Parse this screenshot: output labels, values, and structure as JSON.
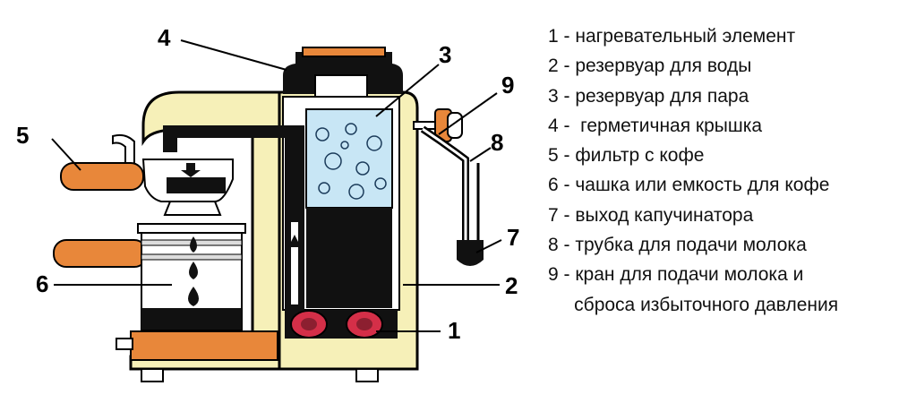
{
  "diagram": {
    "callouts": [
      {
        "num": "1",
        "part": "heater-element"
      },
      {
        "num": "2",
        "part": "water-tank"
      },
      {
        "num": "3",
        "part": "steam-tank"
      },
      {
        "num": "4",
        "part": "sealed-lid"
      },
      {
        "num": "5",
        "part": "coffee-filter"
      },
      {
        "num": "6",
        "part": "coffee-cup"
      },
      {
        "num": "7",
        "part": "cappuccinator-outlet"
      },
      {
        "num": "8",
        "part": "milk-tube"
      },
      {
        "num": "9",
        "part": "milk-valve"
      }
    ],
    "colors": {
      "body": "#f6f0b8",
      "outline": "#000000",
      "orange": "#e8873a",
      "red": "#d42f48",
      "steam": "#c8e6f5"
    }
  },
  "legend": [
    "1 - нагревательный элемент",
    "2 - резервуар для воды",
    "3 - резервуар для пара",
    "4 -  герметичная крышка",
    "5 - фильтр с кофе",
    "6 - чашка или емкость для кофе",
    "7 - выход капучинатора",
    "8 - трубка для подачи молока",
    "9 - кран для подачи молока и",
    "     сброса избыточного давления"
  ]
}
